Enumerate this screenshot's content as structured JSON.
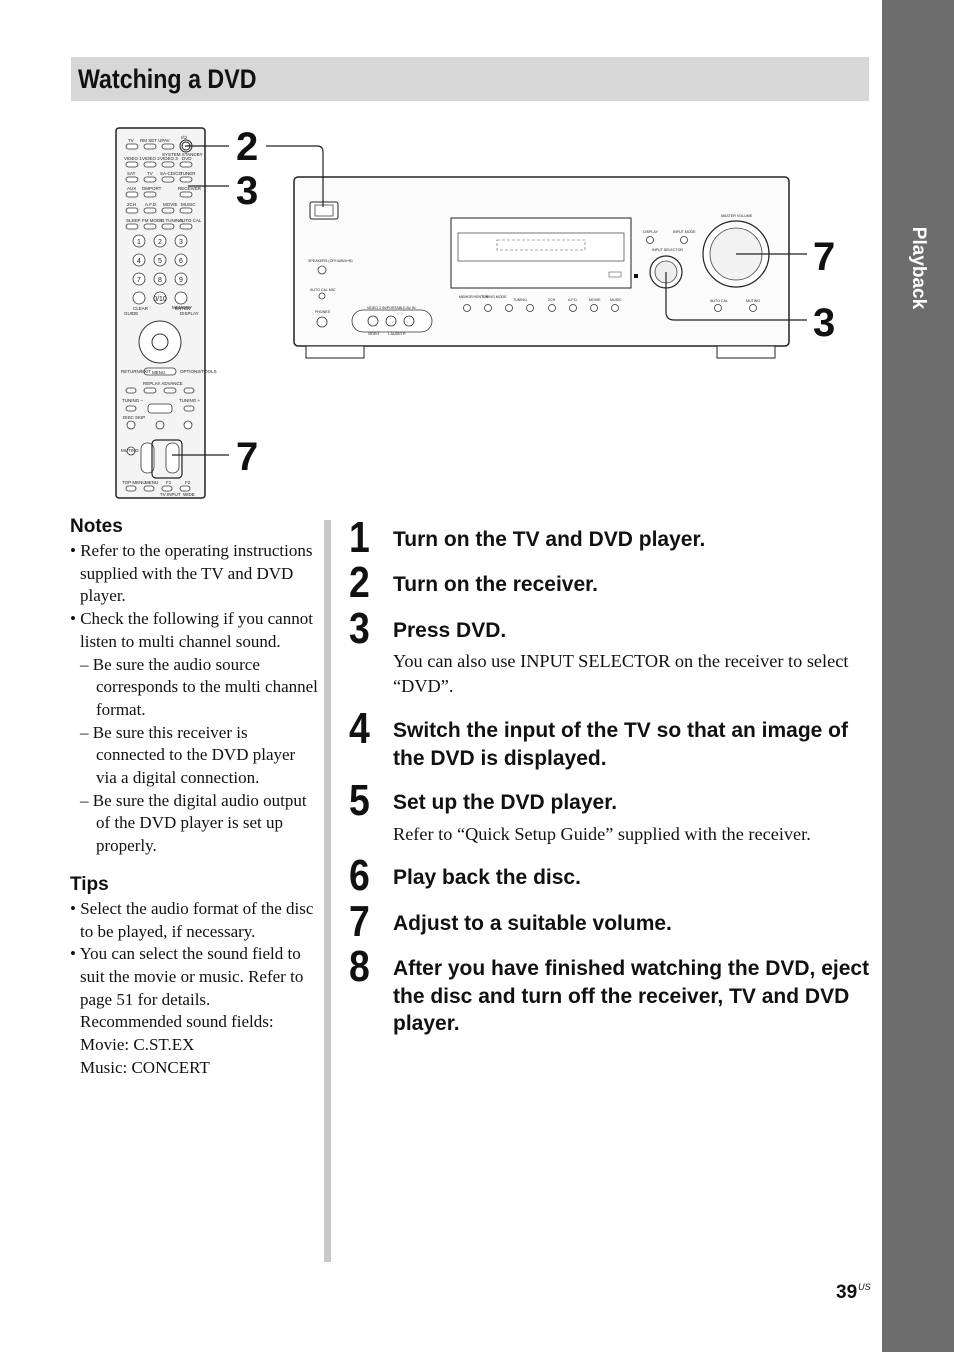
{
  "side_tab": {
    "label": "Playback"
  },
  "header": {
    "title": "Watching a DVD"
  },
  "figure": {
    "callouts": [
      "2",
      "3",
      "7",
      "7",
      "3"
    ],
    "remote_labels": [
      "TV",
      "RM SET UP",
      "AV",
      "I/⏻",
      "SYSTEM STANDBY",
      "VIDEO 1",
      "VIDEO 2",
      "VIDEO 3",
      "DVD",
      "SAT",
      "TV",
      "SA-CD/CD",
      "TUNER",
      "AUX",
      "DMPORT",
      "RECEIVER",
      "2CH",
      "A.F.D.",
      "MOVIE",
      "MUSIC",
      "SLEEP",
      "FM MODE",
      "D.TUNING",
      "AUTO CAL",
      "CLEAR",
      "ENTER",
      "MEMORY",
      "GUIDE",
      "DISPLAY",
      "RETURN/EXIT",
      "MENU",
      "OPTIONS/TOOLS",
      "REPLAY ADVANCE",
      "TUNING –",
      "TUNING +",
      "DISC SKIP",
      "MUTING",
      "TOP MENU",
      "MENU",
      "F1",
      "F2",
      "TV INPUT",
      "WIDE"
    ],
    "receiver_labels": [
      "SPEAKERS (OFF/A/B/A+B)",
      "AUTO CAL MIC",
      "PHONES",
      "VIDEO 2 IN/PORTABLE AV IN",
      "VIDEO",
      "L AUDIO R",
      "MEMORY/ENTER",
      "TUNING MODE",
      "TUNING",
      "2CH",
      "A.F.D.",
      "MOVIE",
      "MUSIC",
      "DISPLAY",
      "INPUT MODE",
      "INPUT SELECTOR",
      "MASTER VOLUME",
      "AUTO CAL",
      "MUTING"
    ]
  },
  "notes": {
    "heading": "Notes",
    "items": [
      {
        "kind": "bullet",
        "text": "• Refer to the operating instructions supplied with the TV and DVD player."
      },
      {
        "kind": "bullet",
        "text": "• Check the following if you cannot listen to multi channel sound."
      },
      {
        "kind": "dash",
        "text": "– Be sure the audio source corresponds to the multi channel format."
      },
      {
        "kind": "dash",
        "text": "– Be sure this receiver is connected to the DVD player via a digital connection."
      },
      {
        "kind": "dash",
        "text": "– Be sure the digital audio output of the DVD player is set up properly."
      }
    ]
  },
  "tips": {
    "heading": "Tips",
    "items": [
      {
        "kind": "bullet",
        "text": "• Select the audio format of the disc to be played, if necessary."
      },
      {
        "kind": "bullet",
        "text": "• You can select the sound field to suit the movie or music. Refer to page 51 for details."
      },
      {
        "kind": "plain",
        "text": "Recommended sound fields:"
      },
      {
        "kind": "plain",
        "text": "Movie: C.ST.EX"
      },
      {
        "kind": "plain",
        "text": "Music: CONCERT"
      }
    ]
  },
  "steps": [
    {
      "num": "1",
      "title": "Turn on the TV and DVD player.",
      "body": ""
    },
    {
      "num": "2",
      "title": "Turn on the receiver.",
      "body": ""
    },
    {
      "num": "3",
      "title": "Press DVD.",
      "body": "You can also use INPUT SELECTOR on the receiver to select “DVD”."
    },
    {
      "num": "4",
      "title": "Switch the input of the TV so that an image of the DVD is displayed.",
      "body": ""
    },
    {
      "num": "5",
      "title": "Set up the DVD player.",
      "body": "Refer to “Quick Setup Guide” supplied with the receiver."
    },
    {
      "num": "6",
      "title": "Play back the disc.",
      "body": ""
    },
    {
      "num": "7",
      "title": "Adjust to a suitable volume.",
      "body": ""
    },
    {
      "num": "8",
      "title": "After you have finished watching the DVD, eject the disc and turn off the receiver, TV and DVD player.",
      "body": ""
    }
  ],
  "footer": {
    "page_number": "39",
    "suffix": "US"
  }
}
